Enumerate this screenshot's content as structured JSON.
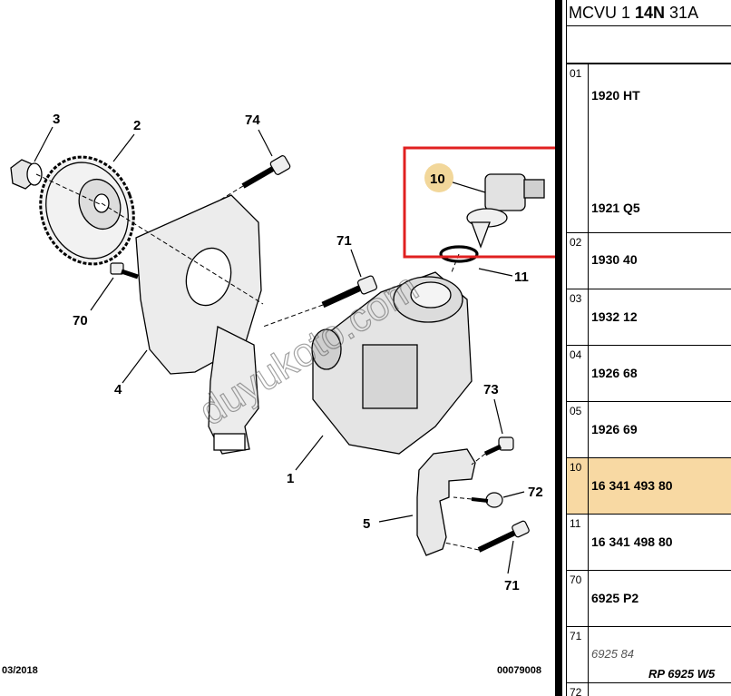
{
  "callouts": {
    "c3": "3",
    "c2": "2",
    "c74": "74",
    "c10": "10",
    "c71a": "71",
    "c11": "11",
    "c70": "70",
    "c4": "4",
    "c73": "73",
    "c1": "1",
    "c72": "72",
    "c5": "5",
    "c71b": "71"
  },
  "watermark": "duyukoto.com",
  "footer": {
    "date": "03/2018",
    "code": "00079008"
  },
  "table": {
    "title_prefix": "MCVU 1 ",
    "title_bold": "14N",
    "title_suffix": " 31A",
    "rows": [
      {
        "num": "01",
        "refs": [
          "1920 HT",
          "1921 Q5"
        ]
      },
      {
        "num": "02",
        "refs": [
          "1930 40"
        ]
      },
      {
        "num": "03",
        "refs": [
          "1932 12"
        ]
      },
      {
        "num": "04",
        "refs": [
          "1926 68"
        ]
      },
      {
        "num": "05",
        "refs": [
          "1926 69"
        ]
      },
      {
        "num": "10",
        "refs": [
          "16 341 493 80"
        ],
        "selected": true
      },
      {
        "num": "11",
        "refs": [
          "16 341 498 80"
        ]
      },
      {
        "num": "70",
        "refs": [
          "6925 P2"
        ]
      },
      {
        "num": "71",
        "refs_italic": [
          "6925 84",
          "RP 6925 W5"
        ]
      },
      {
        "num": "72",
        "refs": []
      }
    ]
  },
  "colors": {
    "highlight_box": "#e02020",
    "selected_row": "#f8d9a3",
    "callout_circle": "#f2d79a"
  }
}
